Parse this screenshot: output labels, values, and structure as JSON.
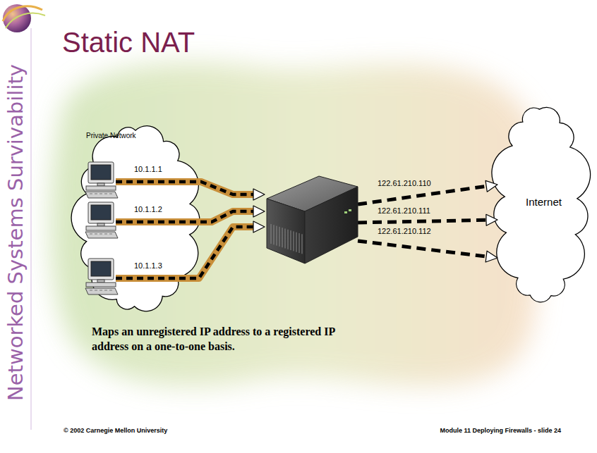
{
  "diagram": {
    "title": "Static NAT",
    "caption": "Maps an unregistered IP address to a registered IP address on a one-to-one basis.",
    "nodes": [
      {
        "text": [
          "Private Network"
        ]
      },
      {
        "text": [
          "10.1.1.1"
        ],
        "in": 0
      },
      {
        "text": [
          "10.1.1.2"
        ],
        "in": 0
      },
      {
        "text": [
          "10.1.1.3"
        ],
        "in": 0
      },
      {
        "text": [
          "Internet"
        ]
      }
    ],
    "edges": [
      {
        "from": 1,
        "to": 4,
        "arrow": "to",
        "label": "122.61.210.110"
      },
      {
        "from": 2,
        "to": 4,
        "arrow": "to",
        "label": "122.61.210.111"
      },
      {
        "from": 3,
        "to": 4,
        "arrow": "to",
        "label": "122.61.210.112"
      }
    ],
    "labels": [
      "Networked Systems Survivability",
      "© 2002 Carnegie Mellon University",
      "Module 11 Deploying Firewalls - slide 24"
    ]
  }
}
